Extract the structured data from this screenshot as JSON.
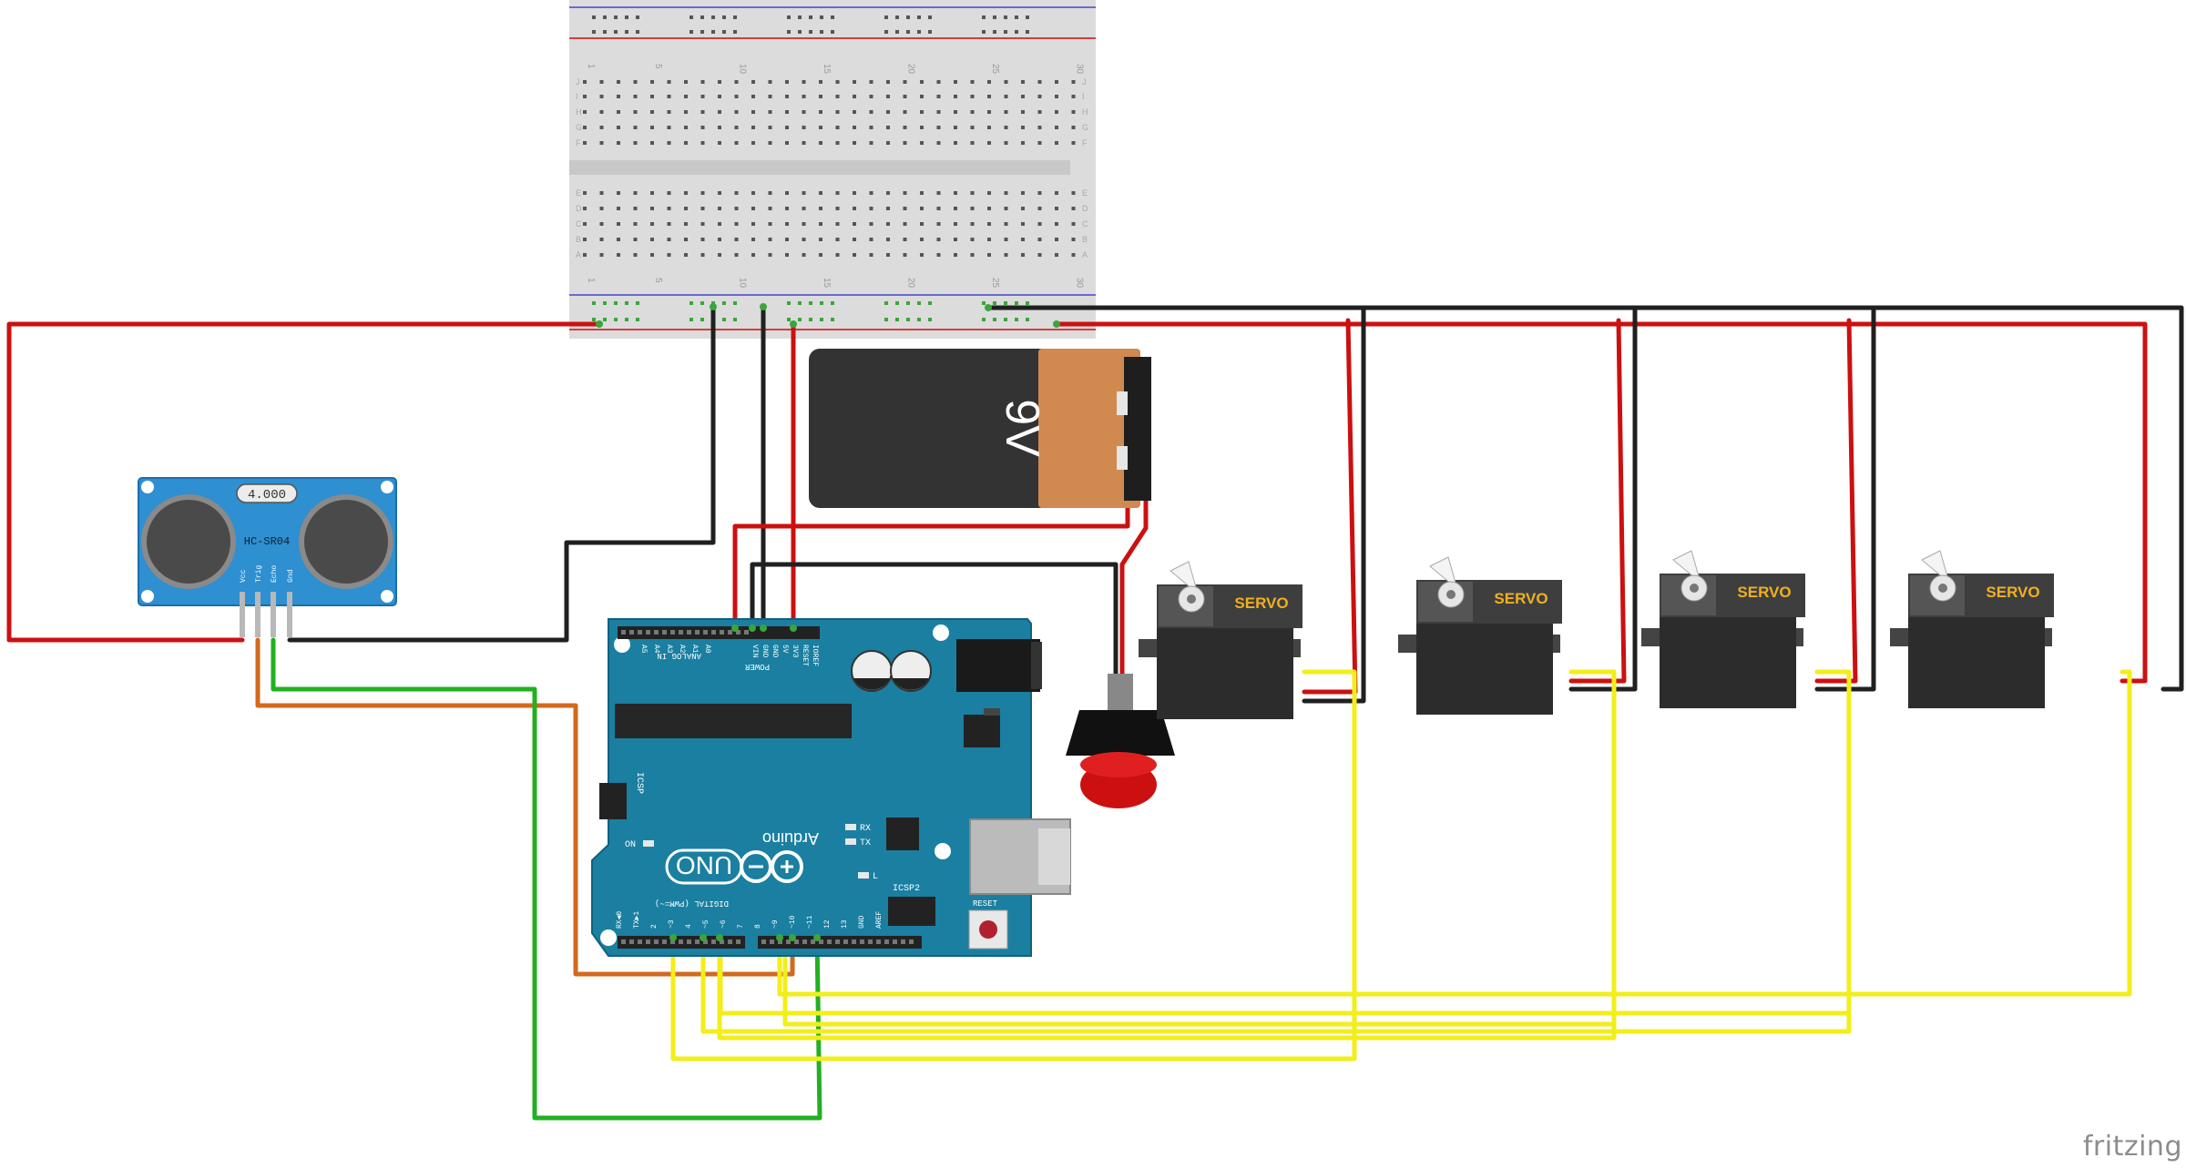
{
  "watermark": "fritzing",
  "sensor": {
    "model": "HC-SR04",
    "display": "4.000",
    "pins": [
      "Vcc",
      "Trig",
      "Echo",
      "Gnd"
    ]
  },
  "battery": {
    "label": "9V"
  },
  "arduino": {
    "brand": "Arduino",
    "model": "UNO",
    "power_header": [
      "IOREF",
      "RESET",
      "3V3",
      "5V",
      "GND",
      "GND",
      "VIN"
    ],
    "power_label": "POWER",
    "analog_label": "ANALOG IN",
    "analog_pins": [
      "A0",
      "A1",
      "A2",
      "A3",
      "A4",
      "A5"
    ],
    "digital_label": "DIGITAL (PWM=~)",
    "digital_pins": [
      "AREF",
      "GND",
      "13",
      "12",
      "~11",
      "~10",
      "~9",
      "8",
      "7",
      "~6",
      "~5",
      "4",
      "~3",
      "2",
      "TX▶1",
      "RX◀0"
    ],
    "leds": [
      "RX",
      "TX",
      "L",
      "ON"
    ],
    "icsp": "ICSP",
    "icsp2": "ICSP2",
    "reset": "RESET"
  },
  "servos": [
    "SERVO",
    "SERVO",
    "SERVO",
    "SERVO"
  ],
  "breadboard": {
    "rows_top": [
      "J",
      "I",
      "H",
      "G",
      "F"
    ],
    "rows_bottom": [
      "E",
      "D",
      "C",
      "B",
      "A"
    ],
    "column_numbers": [
      "1",
      "5",
      "10",
      "15",
      "20",
      "25",
      "30"
    ]
  },
  "colors": {
    "wire_red": "#cc1010",
    "wire_black": "#202020",
    "wire_yellow": "#f2ee1a",
    "wire_green": "#22b022",
    "wire_orange": "#d2691e",
    "arduino_blue": "#1a7fa0",
    "sensor_blue": "#2e8fd1",
    "servo_body": "#2c2c2c",
    "servo_label": "#f0b020"
  }
}
